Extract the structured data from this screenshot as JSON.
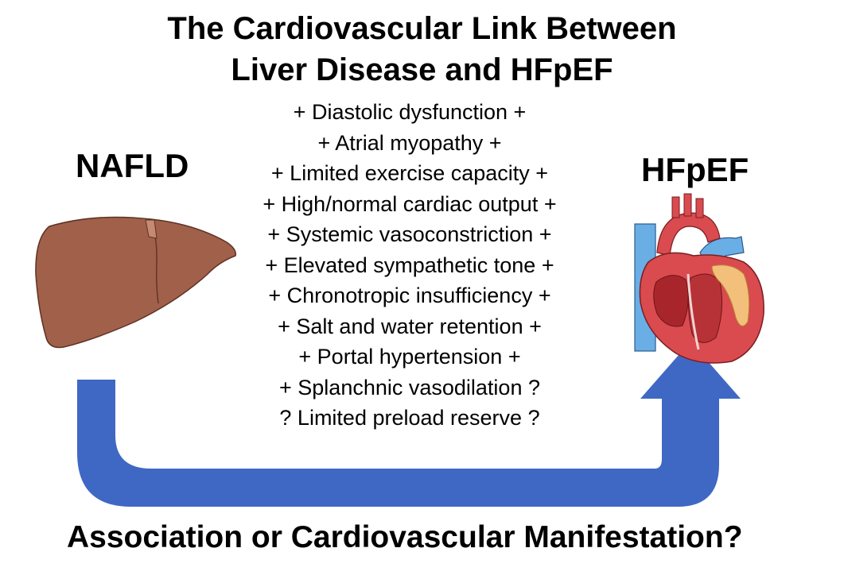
{
  "title": {
    "line1": "The Cardiovascular Link Between",
    "line2": "Liver Disease and HFpEF"
  },
  "left_node": {
    "label": "NAFLD",
    "icon": "liver-icon"
  },
  "right_node": {
    "label": "HFpEF",
    "icon": "heart-icon"
  },
  "mechanisms": [
    "+ Diastolic dysfunction +",
    "+ Atrial myopathy +",
    "+ Limited exercise capacity +",
    "+ High/normal cardiac output +",
    "+ Systemic vasoconstriction +",
    "+ Elevated sympathetic tone +",
    "+ Chronotropic insufficiency +",
    "+ Salt and water retention +",
    "+ Portal hypertension +",
    "+ Splanchnic vasodilation ?",
    "? Limited preload reserve ?"
  ],
  "footer": "Association or Cardiovascular Manifestation?",
  "colors": {
    "arrow": "#3f68c4",
    "liver": "#a0604a",
    "heart_red": "#d94b4f",
    "vessel_blue": "#6aaee6"
  }
}
